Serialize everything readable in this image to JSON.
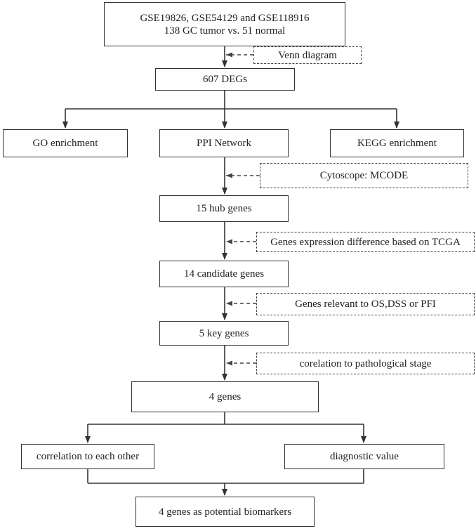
{
  "nodes": {
    "datasets": {
      "line1": "GSE19826, GSE54129 and GSE118916",
      "line2": "138 GC tumor vs. 51 normal"
    },
    "venn": "Venn diagram",
    "degs": "607 DEGs",
    "go": "GO  enrichment",
    "ppi": "PPI Network",
    "kegg": "KEGG  enrichment",
    "cytoscape": "Cytoscope: MCODE",
    "hub": "15 hub genes",
    "expr_diff": "Genes expression difference based on TCGA",
    "candidate": "14 candidate genes",
    "relevant": "Genes relevant to OS,DSS or PFI",
    "key": "5 key genes",
    "stage": "corelation to pathological stage",
    "four": "4 genes",
    "correlation": "correlation to each other",
    "diagnostic": "diagnostic value",
    "biomarkers": "4 genes as potential biomarkers"
  }
}
